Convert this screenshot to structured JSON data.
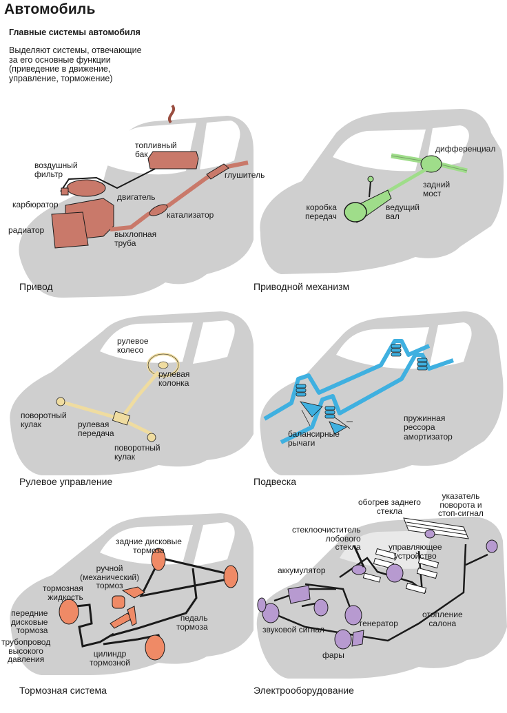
{
  "header": {
    "title": "Автомобиль",
    "subtitle": "Главные системы автомобиля",
    "intro": [
      "Выделяют системы, отвечающие",
      "за его основные функции",
      "(приведение в движение,",
      "управление, торможение)"
    ]
  },
  "colors": {
    "car_silhouette": "#cfcfcf",
    "window": "#ffffff",
    "drive": "#c9796a",
    "transmission": "#9fdd8a",
    "steering": "#efdca0",
    "suspension": "#3fb0e0",
    "brakes": "#ef8a66",
    "electrical": "#b79ad0",
    "line": "#1a1a1a"
  },
  "panels": [
    {
      "id": "drive",
      "caption": "Привод",
      "labels": {
        "fuel_tank": [
          "топливный",
          "бак"
        ],
        "air_filter": [
          "воздушный",
          "фильтр"
        ],
        "carburetor": [
          "карбюратор"
        ],
        "engine": [
          "двигатель"
        ],
        "muffler": [
          "глушитель"
        ],
        "catalyst": [
          "катализатор"
        ],
        "radiator": [
          "радиатор"
        ],
        "exhaust_pipe": [
          "выхлопная",
          "труба"
        ]
      }
    },
    {
      "id": "transmission",
      "caption": "Приводной механизм",
      "labels": {
        "differential": [
          "дифференциал"
        ],
        "rear_axle": [
          "задний",
          "мост"
        ],
        "gearbox": [
          "коробка",
          "передач"
        ],
        "drive_shaft": [
          "ведущий",
          "вал"
        ]
      }
    },
    {
      "id": "steering",
      "caption": "Рулевое управление",
      "labels": {
        "steering_wheel": [
          "рулевое",
          "колесо"
        ],
        "steering_column": [
          "рулевая",
          "колонка"
        ],
        "knuckle_left": [
          "поворотный",
          "кулак"
        ],
        "steering_gear": [
          "рулевая",
          "передача"
        ],
        "knuckle_right": [
          "поворотный",
          "кулак"
        ]
      }
    },
    {
      "id": "suspension",
      "caption": "Подвеска",
      "labels": {
        "balance_arms": [
          "балансирные",
          "рычаги"
        ],
        "coil_spring": [
          "пружинная",
          "рессора"
        ],
        "shock_absorber": [
          "амортизатор"
        ]
      }
    },
    {
      "id": "brakes",
      "caption": "Тормозная система",
      "labels": {
        "rear_disc": [
          "задние дисковые",
          "тормоза"
        ],
        "hand_brake": [
          "ручной",
          "(механический)",
          "тормоз"
        ],
        "brake_fluid": [
          "тормозная",
          "жидкость"
        ],
        "front_disc": [
          "передние",
          "дисковые",
          "тормоза"
        ],
        "brake_pedal": [
          "педаль",
          "тормоза"
        ],
        "high_pressure_line": [
          "трубопровод",
          "высокого",
          "давления"
        ],
        "brake_cylinder": [
          "цилиндр",
          "тормозной"
        ]
      }
    },
    {
      "id": "electrical",
      "caption": "Электрооборудование",
      "labels": {
        "rear_defrost": [
          "обогрев заднего",
          "стекла"
        ],
        "turn_stop": [
          "указатель",
          "поворота и",
          "стоп-сигнал"
        ],
        "wiper": [
          "стеклоочиститель",
          "лобового",
          "стекла"
        ],
        "control_unit": [
          "управляющее",
          "устройство"
        ],
        "battery": [
          "аккумулятор"
        ],
        "heater": [
          "отопление",
          "салона"
        ],
        "generator": [
          "генератор"
        ],
        "horn": [
          "звуковой сигнал"
        ],
        "headlights": [
          "фары"
        ]
      }
    }
  ]
}
